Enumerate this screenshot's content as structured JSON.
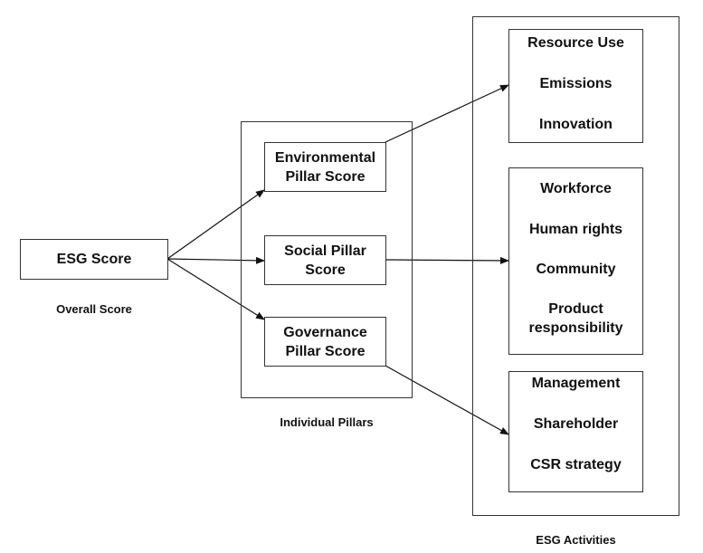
{
  "overall": {
    "label": "ESG Score",
    "caption": "Overall Score"
  },
  "pillars": {
    "caption": "Individual Pillars",
    "environmental": "Environmental Pillar Score",
    "social": "Social Pillar Score",
    "governance": "Governance Pillar Score"
  },
  "activities": {
    "caption": "ESG Activities",
    "environmental": [
      "Resource Use",
      "Emissions",
      "Innovation"
    ],
    "social": [
      "Workforce",
      "Human rights",
      "Community",
      "Product responsibility"
    ],
    "governance": [
      "Management",
      "Shareholder",
      "CSR strategy"
    ]
  }
}
